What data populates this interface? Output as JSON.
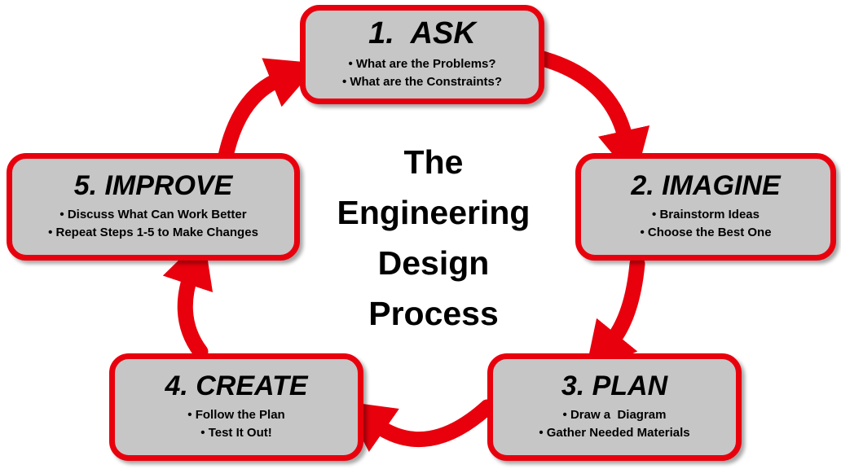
{
  "diagram": {
    "center_title_lines": [
      "The",
      "Engineering",
      "Design",
      "Process"
    ],
    "colors": {
      "accent_red": "#e8000d",
      "box_fill": "#c6c6c6",
      "text": "#000000"
    },
    "steps": [
      {
        "id": "ask",
        "title": "1.  ASK",
        "bullets": [
          "What are the Problems?",
          "What are the Constraints?"
        ]
      },
      {
        "id": "imagine",
        "title": "2. IMAGINE",
        "bullets": [
          "Brainstorm Ideas",
          "Choose the Best One"
        ]
      },
      {
        "id": "plan",
        "title": "3. PLAN",
        "bullets": [
          "Draw a  Diagram",
          "Gather Needed Materials"
        ]
      },
      {
        "id": "create",
        "title": "4. CREATE",
        "bullets": [
          "Follow the Plan",
          "Test It Out!"
        ]
      },
      {
        "id": "improve",
        "title": "5. IMPROVE",
        "bullets": [
          "Discuss What Can Work Better",
          "Repeat Steps 1-5 to Make Changes"
        ]
      }
    ],
    "arrows": [
      "improve-to-ask",
      "ask-to-imagine",
      "imagine-to-plan",
      "plan-to-create",
      "create-to-improve"
    ]
  }
}
